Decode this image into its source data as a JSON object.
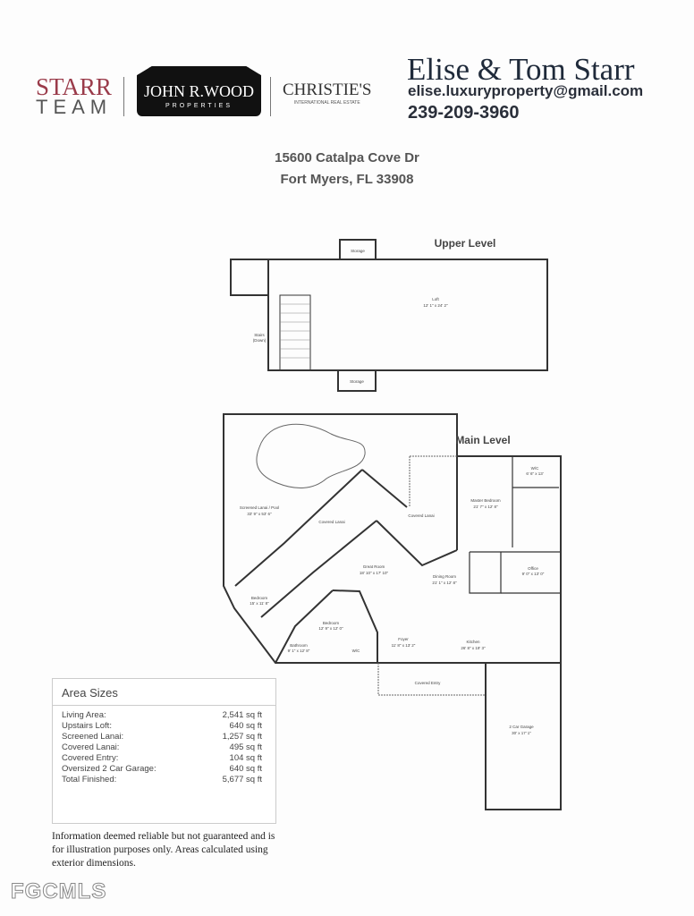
{
  "header": {
    "logo_starr_top": "STARR",
    "logo_starr_bottom": "TEAM",
    "logo_jrw_main": "JOHN R.WOOD",
    "logo_jrw_sub": "PROPERTIES",
    "logo_christies_main": "CHRISTIE'S",
    "logo_christies_sub": "INTERNATIONAL REAL ESTATE",
    "agent_name": "Elise & Tom Starr",
    "email": "elise.luxuryproperty@gmail.com",
    "phone": "239-209-3960"
  },
  "address": {
    "line1": "15600 Catalpa Cove Dr",
    "line2": "Fort Myers, FL 33908"
  },
  "upper_level": {
    "title": "Upper Level",
    "storage_top": "Storage",
    "storage_bottom": "Storage",
    "loft": "Loft",
    "loft_dims": "12' 1\" x 24' 2\"",
    "stairs": "Stairs",
    "stairs_sub": "(Down)"
  },
  "main_level": {
    "title": "Main Level",
    "screened_lanai": "Screened Lanai / Pool",
    "screened_lanai_dims": "33' 9\" x 53' 6\"",
    "covered_lanai_1": "Covered Lanai",
    "covered_lanai_2": "Covered Lanai",
    "master_bedroom": "Master Bedroom",
    "master_bedroom_dims": "21' 7\" x 12' 8\"",
    "wic_master": "W/C",
    "wic_master_dims": "6' 6\" x 13'",
    "great_room": "Great Room",
    "great_room_dims": "18' 10\" x 17' 10\"",
    "dining_room": "Dining Room",
    "dining_room_dims": "21' 1\" x 12' 8\"",
    "office": "Office",
    "office_dims": "9' 0\" x 13' 0\"",
    "bedroom_1": "Bedroom",
    "bedroom_1_dims": "15' x 11' 8\"",
    "bedroom_2": "Bedroom",
    "bedroom_2_dims": "12' 9\" x 12' 0\"",
    "bathroom": "Bathroom",
    "bathroom_dims": "9' 1\" x 12' 8\"",
    "wic": "W/C",
    "foyer": "Foyer",
    "foyer_dims": "11' 8\" x 13' 2\"",
    "kitchen": "Kitchen",
    "kitchen_dims": "26' 8\" x 19' 3\"",
    "covered_entry": "Covered Entry",
    "garage": "2 Car Garage",
    "garage_dims": "30' x 17' 1\""
  },
  "area_sizes": {
    "title": "Area Sizes",
    "rows": [
      {
        "label": "Living Area:",
        "value": "2,541 sq ft"
      },
      {
        "label": "Upstairs Loft:",
        "value": "640 sq ft"
      },
      {
        "label": "Screened Lanai:",
        "value": "1,257 sq ft"
      },
      {
        "label": "Covered Lanai:",
        "value": "495 sq ft"
      },
      {
        "label": "Covered Entry:",
        "value": "104 sq ft"
      },
      {
        "label": "Oversized 2 Car Garage:",
        "value": "640 sq ft"
      },
      {
        "label": "Total Finished:",
        "value": "5,677 sq ft"
      }
    ]
  },
  "disclaimer": "Information deemed reliable but not guaranteed and is for illustration purposes only. Areas calculated using exterior dimensions.",
  "watermark": "FGCMLS"
}
